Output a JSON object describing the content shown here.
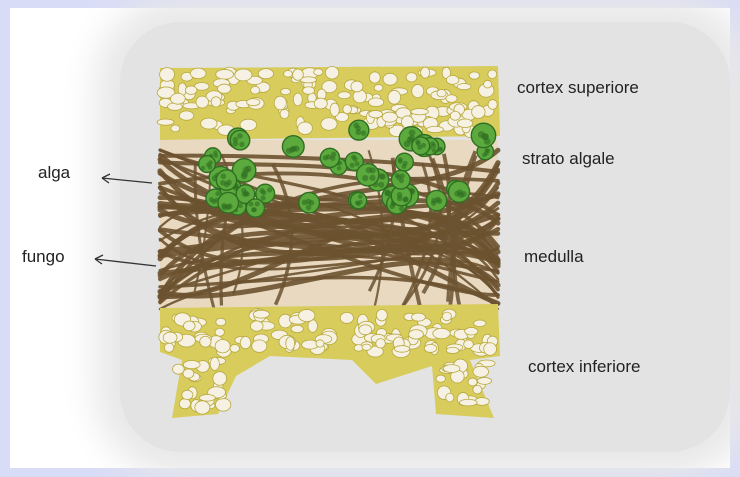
{
  "diagram": {
    "labels": {
      "cortex_superiore": "cortex superiore",
      "strato_algale": "strato algale",
      "medulla": "medulla",
      "cortex_inferiore": "cortex inferiore",
      "alga": "alga",
      "fungo": "fungo"
    },
    "colors": {
      "page_border": "#d9dcf6",
      "cortex_fill": "#d8cc5c",
      "cortex_cells": "#f6f1e2",
      "algae_cell": "#5caa3e",
      "algae_dark": "#2f6e22",
      "hyphae": "#6b5230",
      "medulla_bg": "#e9d9c1",
      "arrow": "#333333"
    }
  }
}
